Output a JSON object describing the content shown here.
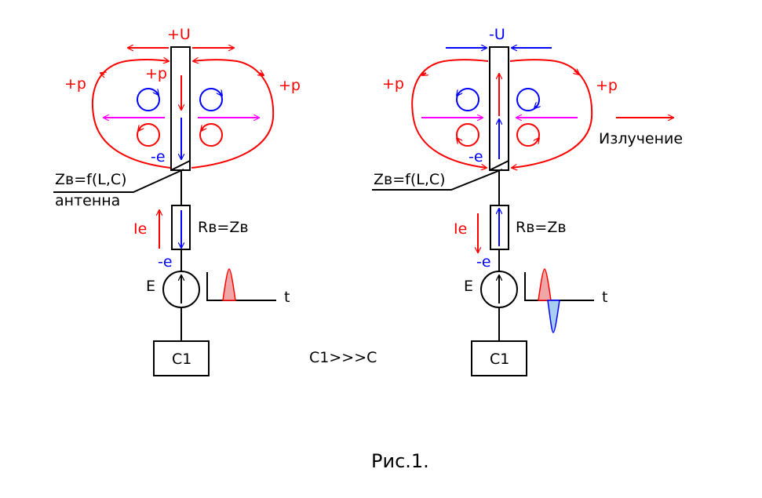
{
  "colors": {
    "red": "#ff0000",
    "blue": "#0000ff",
    "magenta": "#ff00ff",
    "black": "#000000"
  },
  "left": {
    "u": "+U",
    "p_left": "+p",
    "p_right": "+p",
    "p_top": "+p",
    "e_top": "-e",
    "e_bottom": "-e",
    "z": "Zв=f(L,C)",
    "antenna": "антенна",
    "ie": "Ie",
    "r": "Rв=Zв",
    "e": "E",
    "t": "t",
    "c1": "C1"
  },
  "right": {
    "u": "-U",
    "p_left": "+p",
    "p_right": "+p",
    "e_top": "-e",
    "e_bottom": "-e",
    "z": "Zв=f(L,C)",
    "ie": "Ie",
    "r": "Rв=Zв",
    "e": "E",
    "t": "t",
    "c1": "C1",
    "radiation": "Излучение"
  },
  "relation": "C1>>>C",
  "caption": "Рис.1."
}
